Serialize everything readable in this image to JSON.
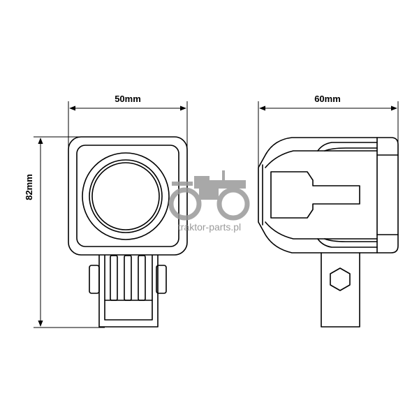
{
  "dimensions": {
    "front_width": "50mm",
    "height": "82mm",
    "side_depth": "60mm"
  },
  "watermark": {
    "text": "traktor-parts.pl"
  }
}
